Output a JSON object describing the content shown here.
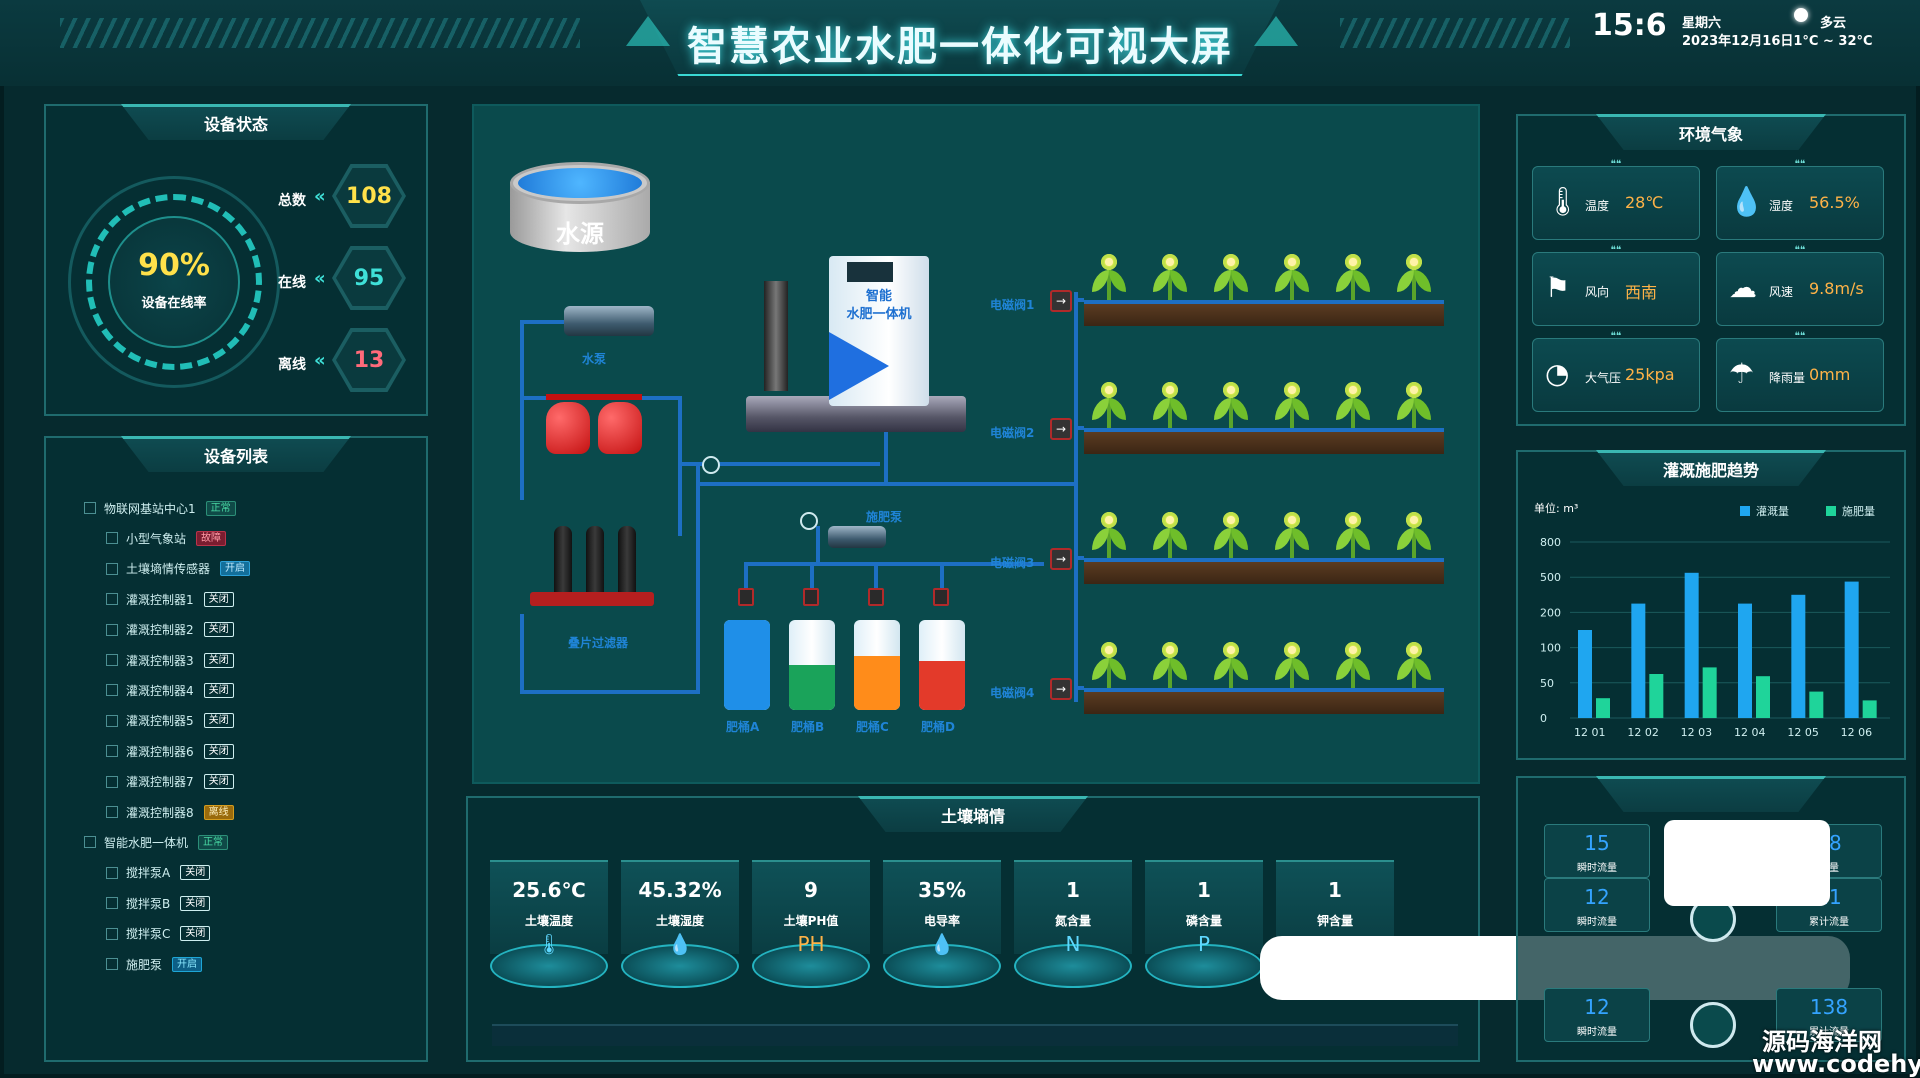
{
  "header": {
    "title": "智慧农业水肥一体化可视大屏",
    "time": "15:6",
    "weekday": "星期六",
    "date_temp": "2023年12月16日1°C ~ 32°C",
    "weather": "多云"
  },
  "device_status": {
    "title": "设备状态",
    "rate": "90%",
    "rate_label": "设备在线率",
    "total_label": "总数",
    "total": "108",
    "online_label": "在线",
    "online": "95",
    "offline_label": "离线",
    "offline": "13"
  },
  "device_list": {
    "title": "设备列表",
    "items": [
      {
        "label": "物联网基站中心1",
        "badge": "正常",
        "badge_type": "green"
      },
      {
        "label": "小型气象站",
        "badge": "故障",
        "badge_type": "red"
      },
      {
        "label": "土壤墒情传感器",
        "badge": "开启",
        "badge_type": "blue"
      },
      {
        "label": "灌溉控制器1",
        "badge": "关闭",
        "badge_type": "white"
      },
      {
        "label": "灌溉控制器2",
        "badge": "关闭",
        "badge_type": "white"
      },
      {
        "label": "灌溉控制器3",
        "badge": "关闭",
        "badge_type": "white"
      },
      {
        "label": "灌溉控制器4",
        "badge": "关闭",
        "badge_type": "white"
      },
      {
        "label": "灌溉控制器5",
        "badge": "关闭",
        "badge_type": "white"
      },
      {
        "label": "灌溉控制器6",
        "badge": "关闭",
        "badge_type": "white"
      },
      {
        "label": "灌溉控制器7",
        "badge": "关闭",
        "badge_type": "white"
      },
      {
        "label": "灌溉控制器8",
        "badge": "离线",
        "badge_type": "orange"
      },
      {
        "label": "智能水肥一体机",
        "badge": "正常",
        "badge_type": "green"
      },
      {
        "label": "搅拌泵A",
        "badge": "关闭",
        "badge_type": "white"
      },
      {
        "label": "搅拌泵B",
        "badge": "关闭",
        "badge_type": "white"
      },
      {
        "label": "搅拌泵C",
        "badge": "关闭",
        "badge_type": "white"
      },
      {
        "label": "施肥泵",
        "badge": "开启",
        "badge_type": "cyan"
      }
    ]
  },
  "diagram": {
    "water_source": "水源",
    "pump": "水泵",
    "filter": "叠片过滤器",
    "machine_line1": "智能",
    "machine_line2": "水肥一体机",
    "fert_pump": "施肥泵",
    "buckets": [
      "肥桶A",
      "肥桶B",
      "肥桶C",
      "肥桶D"
    ],
    "bucket_colors": [
      "#1f8fe8",
      "#1aa35a",
      "#ff8c1a",
      "#e33a2a"
    ],
    "valves": [
      "电磁阀1",
      "电磁阀2",
      "电磁阀3",
      "电磁阀4"
    ]
  },
  "soil": {
    "title": "土壤墒情",
    "items": [
      {
        "value": "25.6℃",
        "label": "土壤温度",
        "icon": "thermometer-icon"
      },
      {
        "value": "45.32%",
        "label": "土壤湿度",
        "icon": "drop-icon"
      },
      {
        "value": "9",
        "label": "土壤PH值",
        "icon": "ph-icon"
      },
      {
        "value": "35%",
        "label": "电导率",
        "icon": "conductivity-icon"
      },
      {
        "value": "1",
        "label": "氮含量",
        "icon": "nitrogen-icon"
      },
      {
        "value": "1",
        "label": "磷含量",
        "icon": "phosphorus-icon"
      },
      {
        "value": "1",
        "label": "钾含量",
        "icon": "potassium-icon"
      }
    ],
    "icon_text": [
      "🌡",
      "💧",
      "PH",
      "💧",
      "N",
      "P",
      ""
    ]
  },
  "weather": {
    "title": "环境气象",
    "items": [
      {
        "label": "温度",
        "value": "28℃",
        "icon": "thermometer-icon"
      },
      {
        "label": "湿度",
        "value": "56.5%",
        "icon": "humidity-icon"
      },
      {
        "label": "风向",
        "value": "西南",
        "icon": "wind-direction-icon"
      },
      {
        "label": "风速",
        "value": "9.8m/s",
        "icon": "wind-speed-icon"
      },
      {
        "label": "大气压",
        "value": "25kpa",
        "icon": "pressure-icon"
      },
      {
        "label": "降雨量",
        "value": "0mm",
        "icon": "rain-icon"
      }
    ]
  },
  "irrigation": {
    "title": "灌溉施肥趋势",
    "unit": "单位: m³"
  },
  "chart_data": {
    "type": "bar",
    "categories": [
      "12 01",
      "12 02",
      "12 03",
      "12 04",
      "12 05",
      "12 06"
    ],
    "series": [
      {
        "name": "灌溉量",
        "values": [
          200,
          260,
          330,
          260,
          280,
          310
        ],
        "color": "#1fa6f0"
      },
      {
        "name": "施肥量",
        "values": [
          45,
          100,
          115,
          95,
          60,
          40
        ],
        "color": "#1fd49a"
      }
    ],
    "yticks": [
      "800",
      "500",
      "200",
      "100",
      "50",
      "0"
    ],
    "ylim": [
      0,
      400
    ]
  },
  "flow": {
    "cards": [
      {
        "value": "15",
        "label": "瞬时流量"
      },
      {
        "value": "08",
        "label": "流量"
      },
      {
        "value": "12",
        "label": "瞬时流量"
      },
      {
        "value": "21",
        "label": "累计流量"
      },
      {
        "value": "12",
        "label": "瞬时流量"
      },
      {
        "value": "138",
        "label": "累计流量"
      }
    ]
  },
  "watermark": {
    "line1": "源码海洋网",
    "line2": "www.codehy.com"
  }
}
